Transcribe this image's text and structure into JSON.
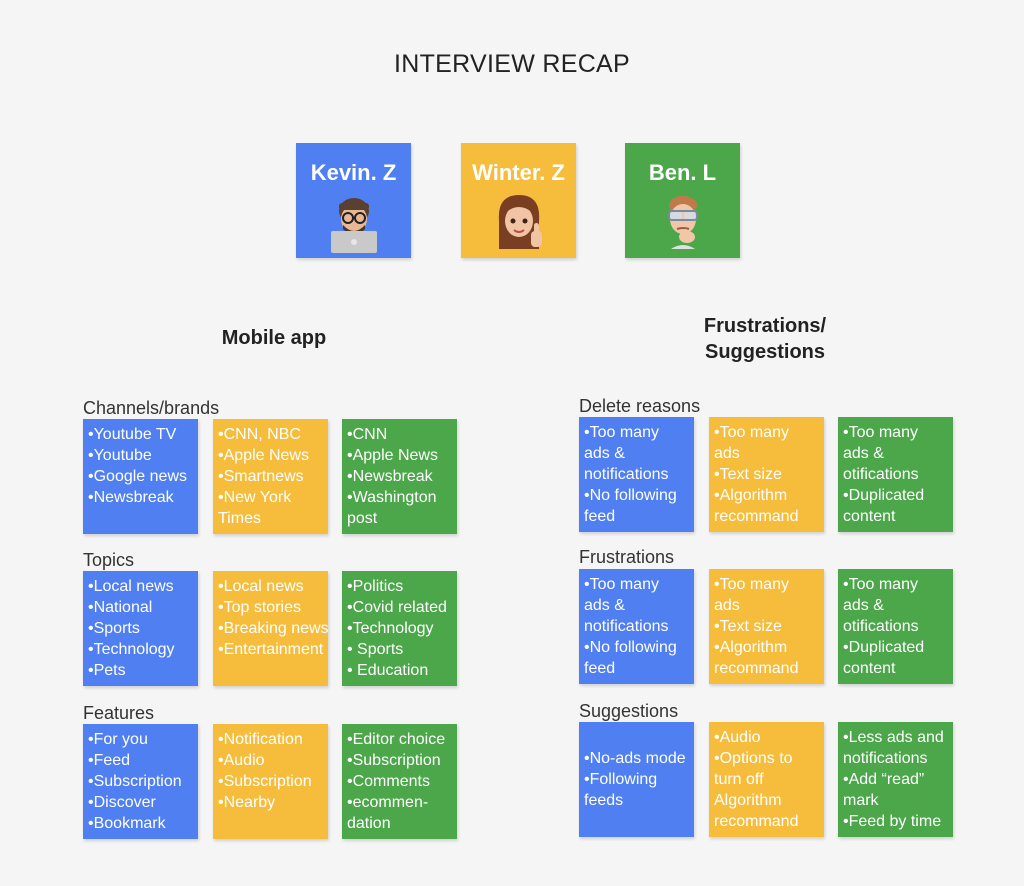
{
  "title": "INTERVIEW RECAP",
  "people": [
    {
      "name": "Kevin. Z",
      "color": "#4f7ff0",
      "avatar": "memoji-laptop-icon"
    },
    {
      "name": "Winter. Z",
      "color": "#f6bd3c",
      "avatar": "memoji-thumbs-up-icon"
    },
    {
      "name": "Ben. L",
      "color": "#4ca64a",
      "avatar": "memoji-thinking-icon"
    }
  ],
  "left": {
    "heading": "Mobile app",
    "sections": [
      {
        "label": "Channels/brands",
        "notes": [
          [
            "•Youtube TV",
            "•Youtube",
            "•Google news",
            "•Newsbreak"
          ],
          [
            "•CNN, NBC",
            "•Apple News",
            "•Smartnews",
            "•New York",
            "Times"
          ],
          [
            "•CNN",
            "•Apple News",
            "•Newsbreak",
            "•Washington",
            "post"
          ]
        ]
      },
      {
        "label": "Topics",
        "notes": [
          [
            "•Local news",
            "•National",
            "•Sports",
            "•Technology",
            "•Pets"
          ],
          [
            "•Local news",
            "•Top stories",
            "•Breaking news",
            "•Entertainment"
          ],
          [
            "•Politics",
            "•Covid related",
            "•Technology",
            "• Sports",
            "• Education"
          ]
        ]
      },
      {
        "label": "Features",
        "notes": [
          [
            "•For you",
            "•Feed",
            "•Subscription",
            "•Discover",
            "•Bookmark"
          ],
          [
            "•Notification",
            "•Audio",
            "•Subscription",
            "•Nearby"
          ],
          [
            "•Editor choice",
            "•Subscription",
            "•Comments",
            "•ecommen-",
            "dation"
          ]
        ]
      }
    ]
  },
  "right": {
    "heading_line1": "Frustrations/",
    "heading_line2": "Suggestions",
    "sections": [
      {
        "label": "Delete reasons",
        "notes": [
          [
            "•Too many",
            "ads &",
            "notifications",
            "•No following",
            "feed"
          ],
          [
            "•Too many",
            "ads",
            "•Text size",
            "•Algorithm",
            "recommand"
          ],
          [
            "•Too many",
            "ads &",
            "otifications",
            "•Duplicated",
            "content"
          ]
        ]
      },
      {
        "label": "Frustrations",
        "notes": [
          [
            "•Too many",
            "ads &",
            "notifications",
            "•No following",
            "feed"
          ],
          [
            "•Too many",
            "ads",
            "•Text size",
            "•Algorithm",
            "recommand"
          ],
          [
            "•Too many",
            "ads &",
            "otifications",
            "•Duplicated",
            "content"
          ]
        ]
      },
      {
        "label": "Suggestions",
        "notes": [
          [
            "",
            "•No-ads mode",
            "•Following",
            "feeds"
          ],
          [
            "•Audio",
            "•Options to",
            "turn off",
            "Algorithm",
            "recommand"
          ],
          [
            "•Less ads and",
            "notifications",
            "•Add “read”",
            "mark",
            "•Feed by time"
          ]
        ]
      }
    ]
  }
}
